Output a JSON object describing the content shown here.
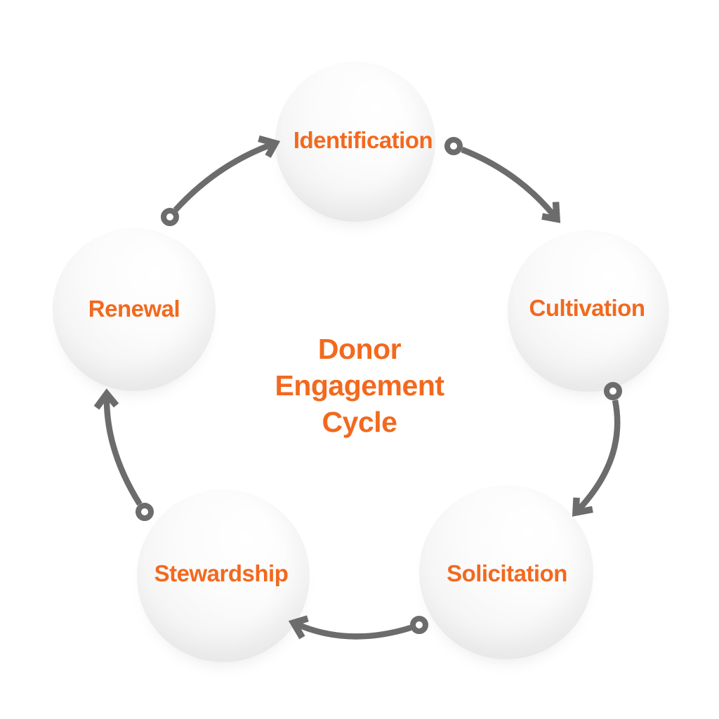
{
  "title": {
    "text": "Donor\nEngagement\nCycle"
  },
  "stages": [
    {
      "label": "Identification"
    },
    {
      "label": "Cultivation"
    },
    {
      "label": "Solicitation"
    },
    {
      "label": "Stewardship"
    },
    {
      "label": "Renewal"
    }
  ],
  "cycle_order": [
    "Identification",
    "Cultivation",
    "Solicitation",
    "Stewardship",
    "Renewal"
  ],
  "colors": {
    "accent": "#F2691E",
    "arrow": "#6C6C6C",
    "sphere-edge": "#ECECEC",
    "bg": "#FFFFFF"
  }
}
